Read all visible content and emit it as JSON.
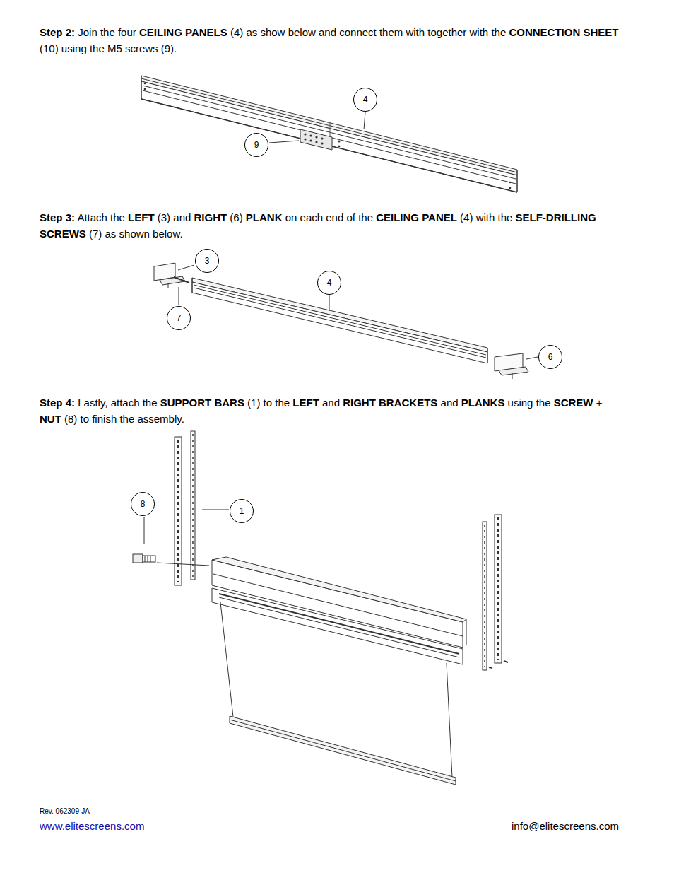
{
  "diagram": {
    "nodes": [
      {
        "text": [
          "4"
        ]
      },
      {
        "text": [
          "9"
        ]
      },
      {
        "text": [
          "3"
        ]
      },
      {
        "text": [
          "4"
        ]
      },
      {
        "text": [
          "7"
        ]
      },
      {
        "text": [
          "6"
        ]
      },
      {
        "text": [
          "8"
        ]
      },
      {
        "text": [
          "1"
        ]
      }
    ],
    "labels": [
      "Step 2: Join the four CEILING PANELS (4) as show below and connect them with together with the CONNECTION SHEET (10) using the M5 screws (9).",
      "Step 3: Attach the LEFT (3) and RIGHT (6) PLANK on each end of the CEILING PANEL (4) with the SELF-DRILLING SCREWS (7) as shown below.",
      "Step 4: Lastly, attach the SUPPORT BARS (1) to the LEFT and RIGHT BRACKETS and PLANKS using the SCREW + NUT (8) to finish the assembly.",
      "Rev. 062309-JA",
      "www.elitescreens.com",
      "info@elitescreens.com"
    ]
  }
}
